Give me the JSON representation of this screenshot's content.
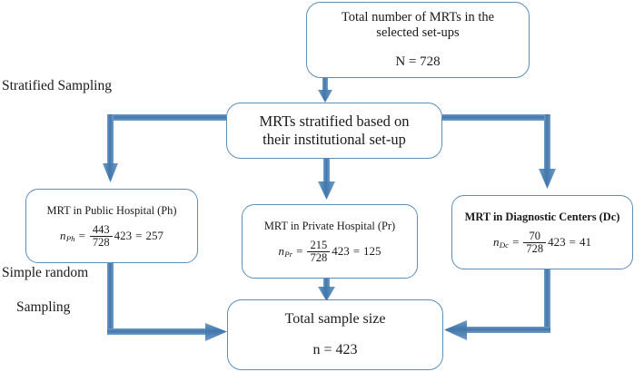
{
  "diagram": {
    "title": "Stratified and simple random sampling flowchart",
    "accent_color": "#4b7cb0",
    "box_border_color": "#5b8db8",
    "text_color": "#1a1a1a",
    "background_color": "#ffffff"
  },
  "labels": {
    "stratified_sampling": "Stratified Sampling",
    "simple_random": "Simple random",
    "sampling": "Sampling"
  },
  "nodes": {
    "total_mrts": {
      "title": "Total number of MRTs in the",
      "title2": "selected set-ups",
      "value": "N = 728"
    },
    "stratified": {
      "line1": "MRTs stratified based on",
      "line2": "their institutional set-up"
    },
    "public_hospital": {
      "title": "MRT in Public Hospital (Ph)",
      "symbol": "n",
      "subscript": "Ph",
      "equals": "=",
      "numerator": "443",
      "denominator": "728",
      "multiplier": "423",
      "equals2": "=",
      "result": "257"
    },
    "private_hospital": {
      "title": "MRT in Private Hospital (Pr)",
      "symbol": "n",
      "subscript": "Pr",
      "equals": "=",
      "numerator": "215",
      "denominator": "728",
      "multiplier": "423",
      "equals2": "=",
      "result": "125"
    },
    "diagnostic_centers": {
      "title": "MRT in Diagnostic Centers (Dc)",
      "symbol": "n",
      "subscript": "Dc",
      "equals": "=",
      "numerator": "70",
      "denominator": "728",
      "multiplier": "423",
      "equals2": "=",
      "result": "41"
    },
    "total_sample": {
      "title": "Total sample size",
      "value": "n = 423"
    }
  },
  "connectors": [
    {
      "name": "total-mrts-to-stratified",
      "from": "total_mrts",
      "to": "stratified",
      "style": "straight-down"
    },
    {
      "name": "stratified-to-public",
      "from": "stratified",
      "to": "public_hospital",
      "style": "elbow-left-down"
    },
    {
      "name": "stratified-to-private",
      "from": "stratified",
      "to": "private_hospital",
      "style": "straight-down"
    },
    {
      "name": "stratified-to-diagnostic",
      "from": "stratified",
      "to": "diagnostic_centers",
      "style": "elbow-right-down"
    },
    {
      "name": "public-to-total-sample",
      "from": "public_hospital",
      "to": "total_sample",
      "style": "elbow-down-right"
    },
    {
      "name": "private-to-total-sample",
      "from": "private_hospital",
      "to": "total_sample",
      "style": "straight-down"
    },
    {
      "name": "diagnostic-to-total-sample",
      "from": "diagnostic_centers",
      "to": "total_sample",
      "style": "elbow-down-left"
    }
  ]
}
